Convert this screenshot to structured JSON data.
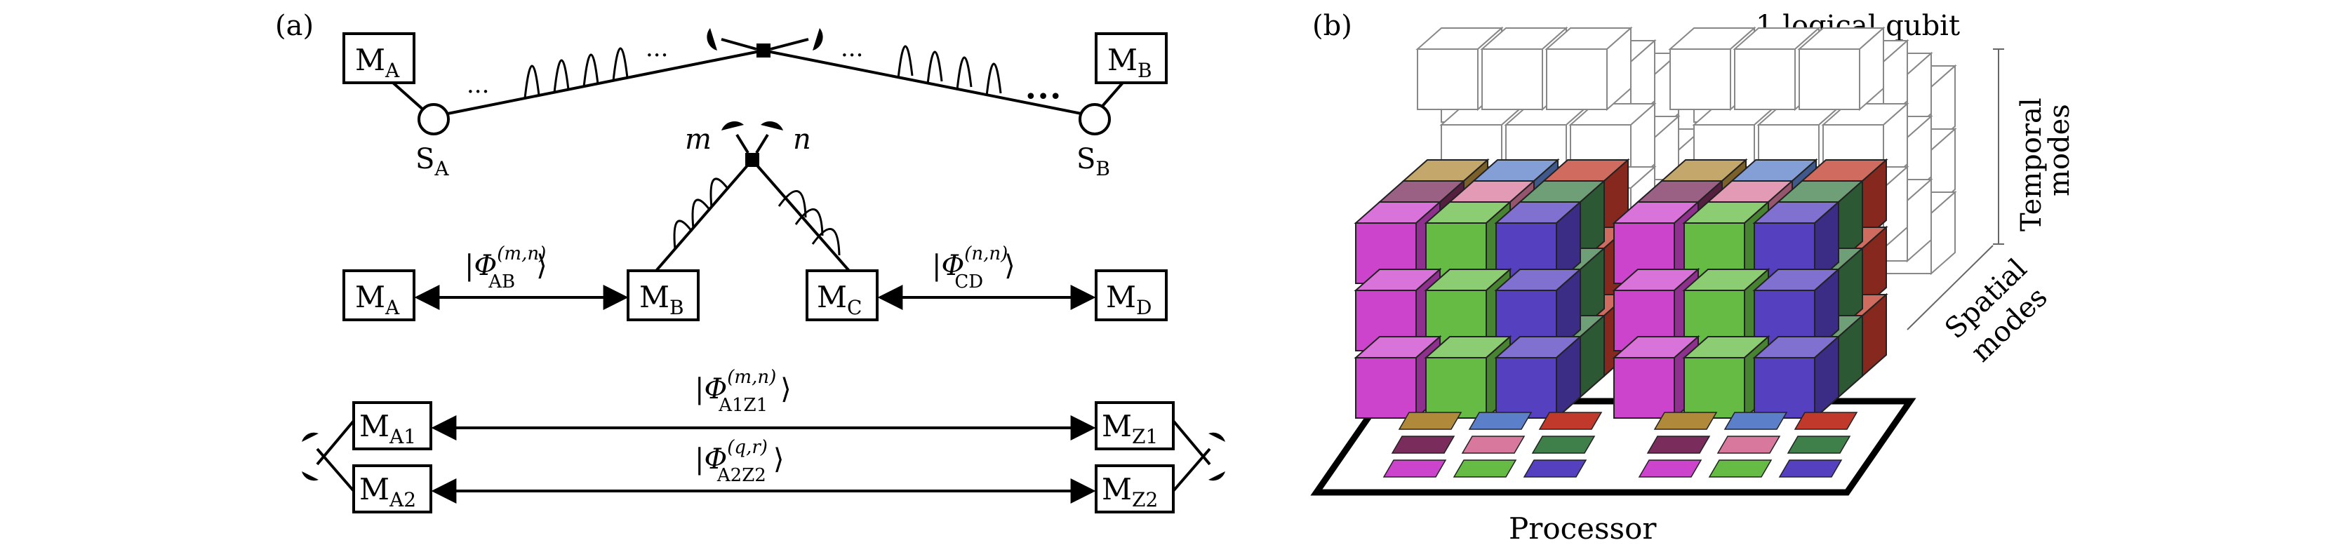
{
  "panel_a": {
    "label": "(a)",
    "row1": {
      "left_box": "M",
      "left_sub": "A",
      "right_box": "M",
      "right_sub": "B",
      "left_source": "S",
      "left_source_sub": "A",
      "right_source": "S",
      "right_source_sub": "B",
      "dots_left_1": "···",
      "dots_left_2": "···",
      "dots_right_1": "···",
      "dots_right_2": "•••"
    },
    "row2": {
      "box1": "M",
      "box1_sub": "A",
      "box2": "M",
      "box2_sub": "B",
      "box3": "M",
      "box3_sub": "C",
      "box4": "M",
      "box4_sub": "D",
      "detector_m": "m",
      "detector_n": "n",
      "state_left": {
        "phi": "|Φ",
        "sup": "(m,n)",
        "sub": "AB",
        "close": "⟩"
      },
      "state_right": {
        "phi": "|Φ",
        "sup": "(n,n)",
        "sub": "CD",
        "close": "⟩"
      }
    },
    "row3": {
      "a1": "M",
      "a1_sub": "A1",
      "a2": "M",
      "a2_sub": "A2",
      "z1": "M",
      "z1_sub": "Z1",
      "z2": "M",
      "z2_sub": "Z2",
      "state_top": {
        "phi": "|Φ",
        "sup": "(m,n)",
        "sub": "A1Z1",
        "close": "⟩"
      },
      "state_bottom": {
        "phi": "|Φ",
        "sup": "(q,r)",
        "sub": "A2Z2",
        "close": "⟩"
      }
    }
  },
  "panel_b": {
    "label": "(b)",
    "logical_qubit": "1 logical qubit",
    "temporal_line1": "Temporal",
    "temporal_line2": "modes",
    "spatial_line1": "Spatial",
    "spatial_line2": "modes",
    "processor": "Processor"
  },
  "colors": {
    "magenta": "#cc44cc",
    "green": "#66bb44",
    "blue": "#5540c0",
    "dark_green": "#3f7f4a",
    "red": "#c0392b",
    "gold": "#b08a3a",
    "light_blue": "#5b7fc8",
    "pink": "#d8789c",
    "plum": "#7a2c5c"
  }
}
